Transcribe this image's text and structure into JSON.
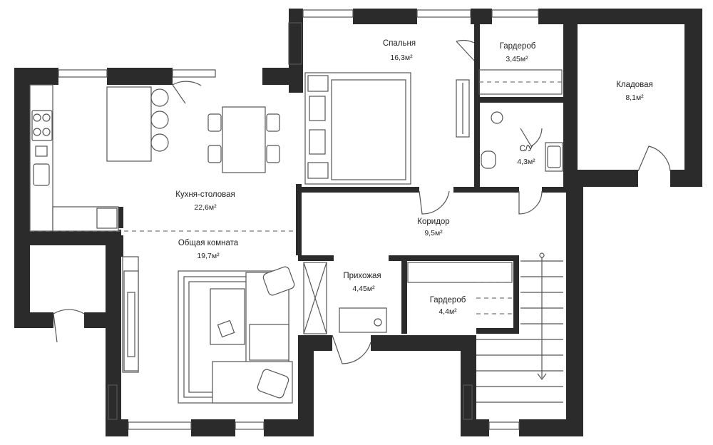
{
  "rooms": {
    "bedroom": {
      "name": "Спальня",
      "area": "16,3м²"
    },
    "wardrobe1": {
      "name": "Гардероб",
      "area": "3,45м²"
    },
    "storage": {
      "name": "Кладовая",
      "area": "8,1м²"
    },
    "bathroom": {
      "name": "С/У",
      "area": "4,3м²"
    },
    "kitchen": {
      "name": "Кухня-столовая",
      "area": "22,6м²"
    },
    "corridor": {
      "name": "Коридор",
      "area": "9,5м²"
    },
    "living": {
      "name": "Общая комната",
      "area": "19,7м²"
    },
    "hall": {
      "name": "Прихожая",
      "area": "4,45м²"
    },
    "wardrobe2": {
      "name": "Гардероб",
      "area": "4,4м²"
    }
  }
}
